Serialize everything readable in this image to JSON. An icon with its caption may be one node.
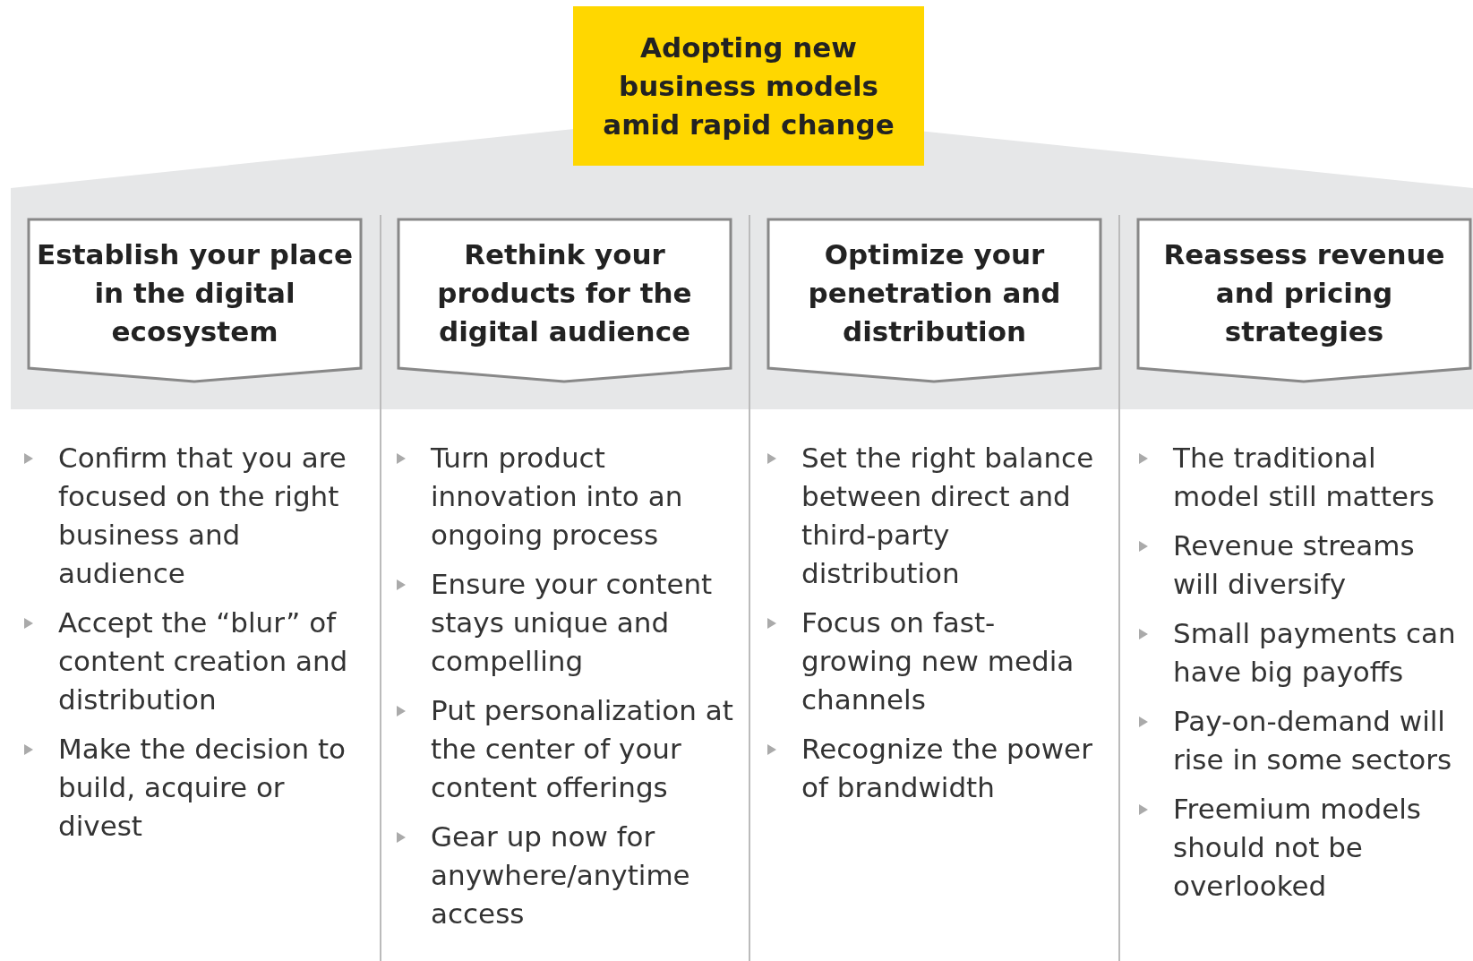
{
  "diagram": {
    "nodes": [
      {
        "text": [
          "Adopting new business models amid rapid change"
        ]
      },
      {
        "text": [
          "Establish your place in the digital ecosystem"
        ]
      },
      {
        "text": [
          "Rethink your products for the digital audience"
        ]
      },
      {
        "text": [
          "Optimize your penetration and distribution"
        ]
      },
      {
        "text": [
          "Reassess revenue and pricing strategies"
        ]
      }
    ],
    "edges": [],
    "labels": [
      "Confirm that you are focused on the right business and audience",
      "Accept the “blur” of content creation and distribution",
      "Make the decision to build, acquire or divest",
      "Turn product innovation into an ongoing process",
      "Ensure your content stays unique and compelling",
      "Put personalization at the center of your content offerings",
      "Gear up now for anywhere/anytime access",
      "Set the right balance between direct and third-party distribution",
      "Focus on fast-growing new media channels",
      "Recognize the power of brandwidth",
      "The traditional model still matters",
      "Revenue streams will diversify",
      "Small payments can have big payoffs",
      "Pay-on-demand will rise in some sectors",
      "Freemium models should not be overlooked"
    ]
  }
}
